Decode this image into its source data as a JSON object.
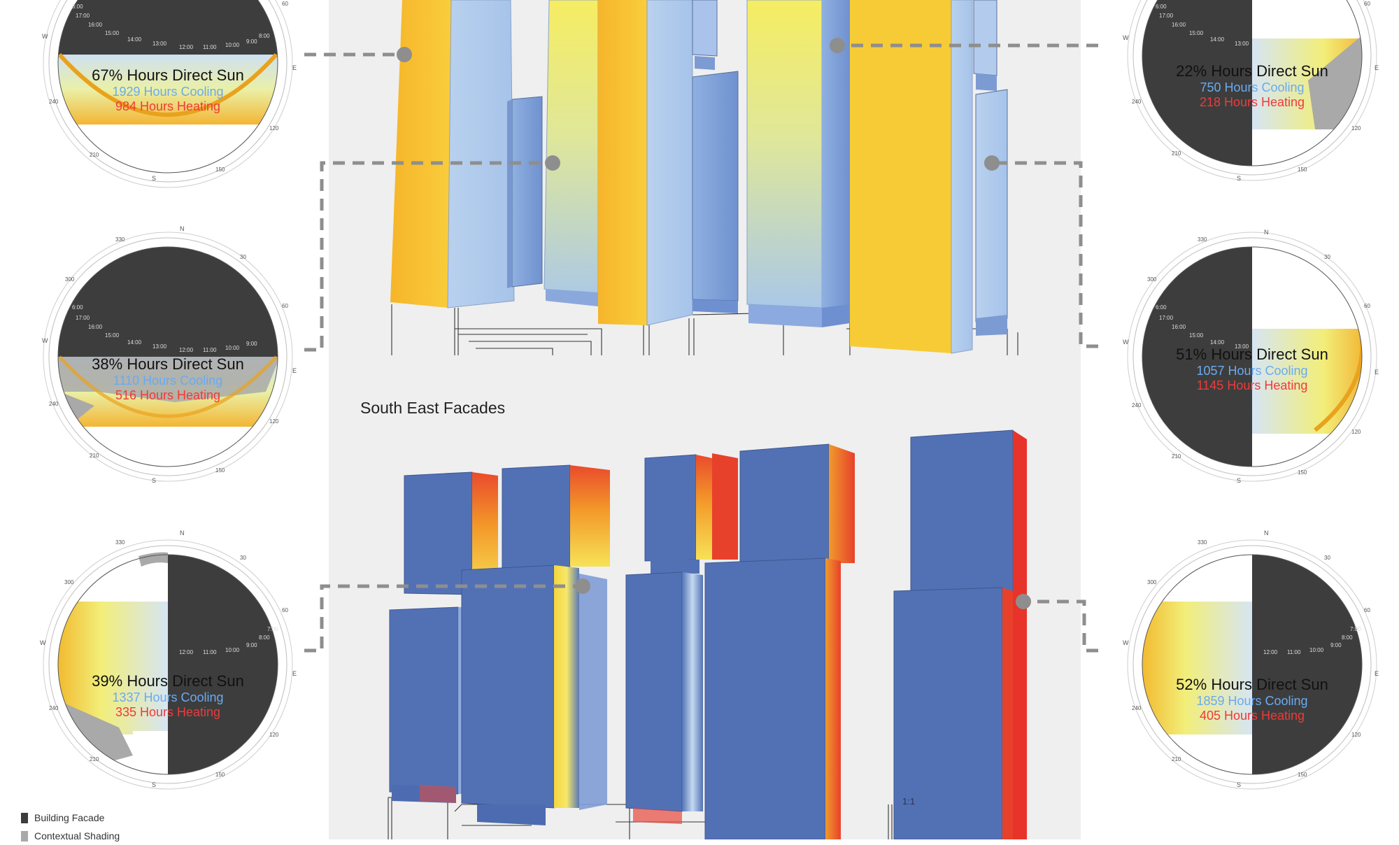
{
  "colors": {
    "cooling": "#6aaaf0",
    "heating": "#ef3a3a",
    "facade": "#3d3d3d",
    "shading": "#a9a9a9",
    "sun_yellow": "#f5e35a",
    "sun_orange": "#f2a21c",
    "cool_blue": "#4a6fb0",
    "warm_red": "#e83a2a"
  },
  "section_title": "South East Facades",
  "sunpaths": [
    {
      "id": "sp1",
      "direct_sun": "67% Hours Direct Sun",
      "cooling": "1929 Hours Cooling",
      "heating": "984 Hours Heating"
    },
    {
      "id": "sp2",
      "direct_sun": "38% Hours Direct Sun",
      "cooling": "1110 Hours Cooling",
      "heating": "516 Hours Heating"
    },
    {
      "id": "sp3",
      "direct_sun": "39% Hours Direct Sun",
      "cooling": "1337 Hours Cooling",
      "heating": "335 Hours Heating"
    },
    {
      "id": "sp4",
      "direct_sun": "22% Hours Direct Sun",
      "cooling": "750 Hours Cooling",
      "heating": "218 Hours Heating"
    },
    {
      "id": "sp5",
      "direct_sun": "51% Hours Direct Sun",
      "cooling": "1057 Hours Cooling",
      "heating": "1145 Hours Heating"
    },
    {
      "id": "sp6",
      "direct_sun": "52% Hours Direct Sun",
      "cooling": "1859 Hours Cooling",
      "heating": "405 Hours Heating"
    }
  ],
  "compass": {
    "n": "N",
    "s": "S",
    "e": "E",
    "w": "W",
    "bearings": [
      "30",
      "60",
      "120",
      "150",
      "210",
      "240",
      "300",
      "330"
    ]
  },
  "hour_labels": [
    "6:00",
    "17:00",
    "16:00",
    "15:00",
    "14:00",
    "13:00",
    "12:00",
    "11:00",
    "10:00",
    "9:00",
    "8:00",
    "7:00"
  ],
  "building_tag": "1:1",
  "legend": [
    {
      "label": "Building Facade",
      "key": "facade"
    },
    {
      "label": "Contextual Shading",
      "key": "shading"
    }
  ]
}
